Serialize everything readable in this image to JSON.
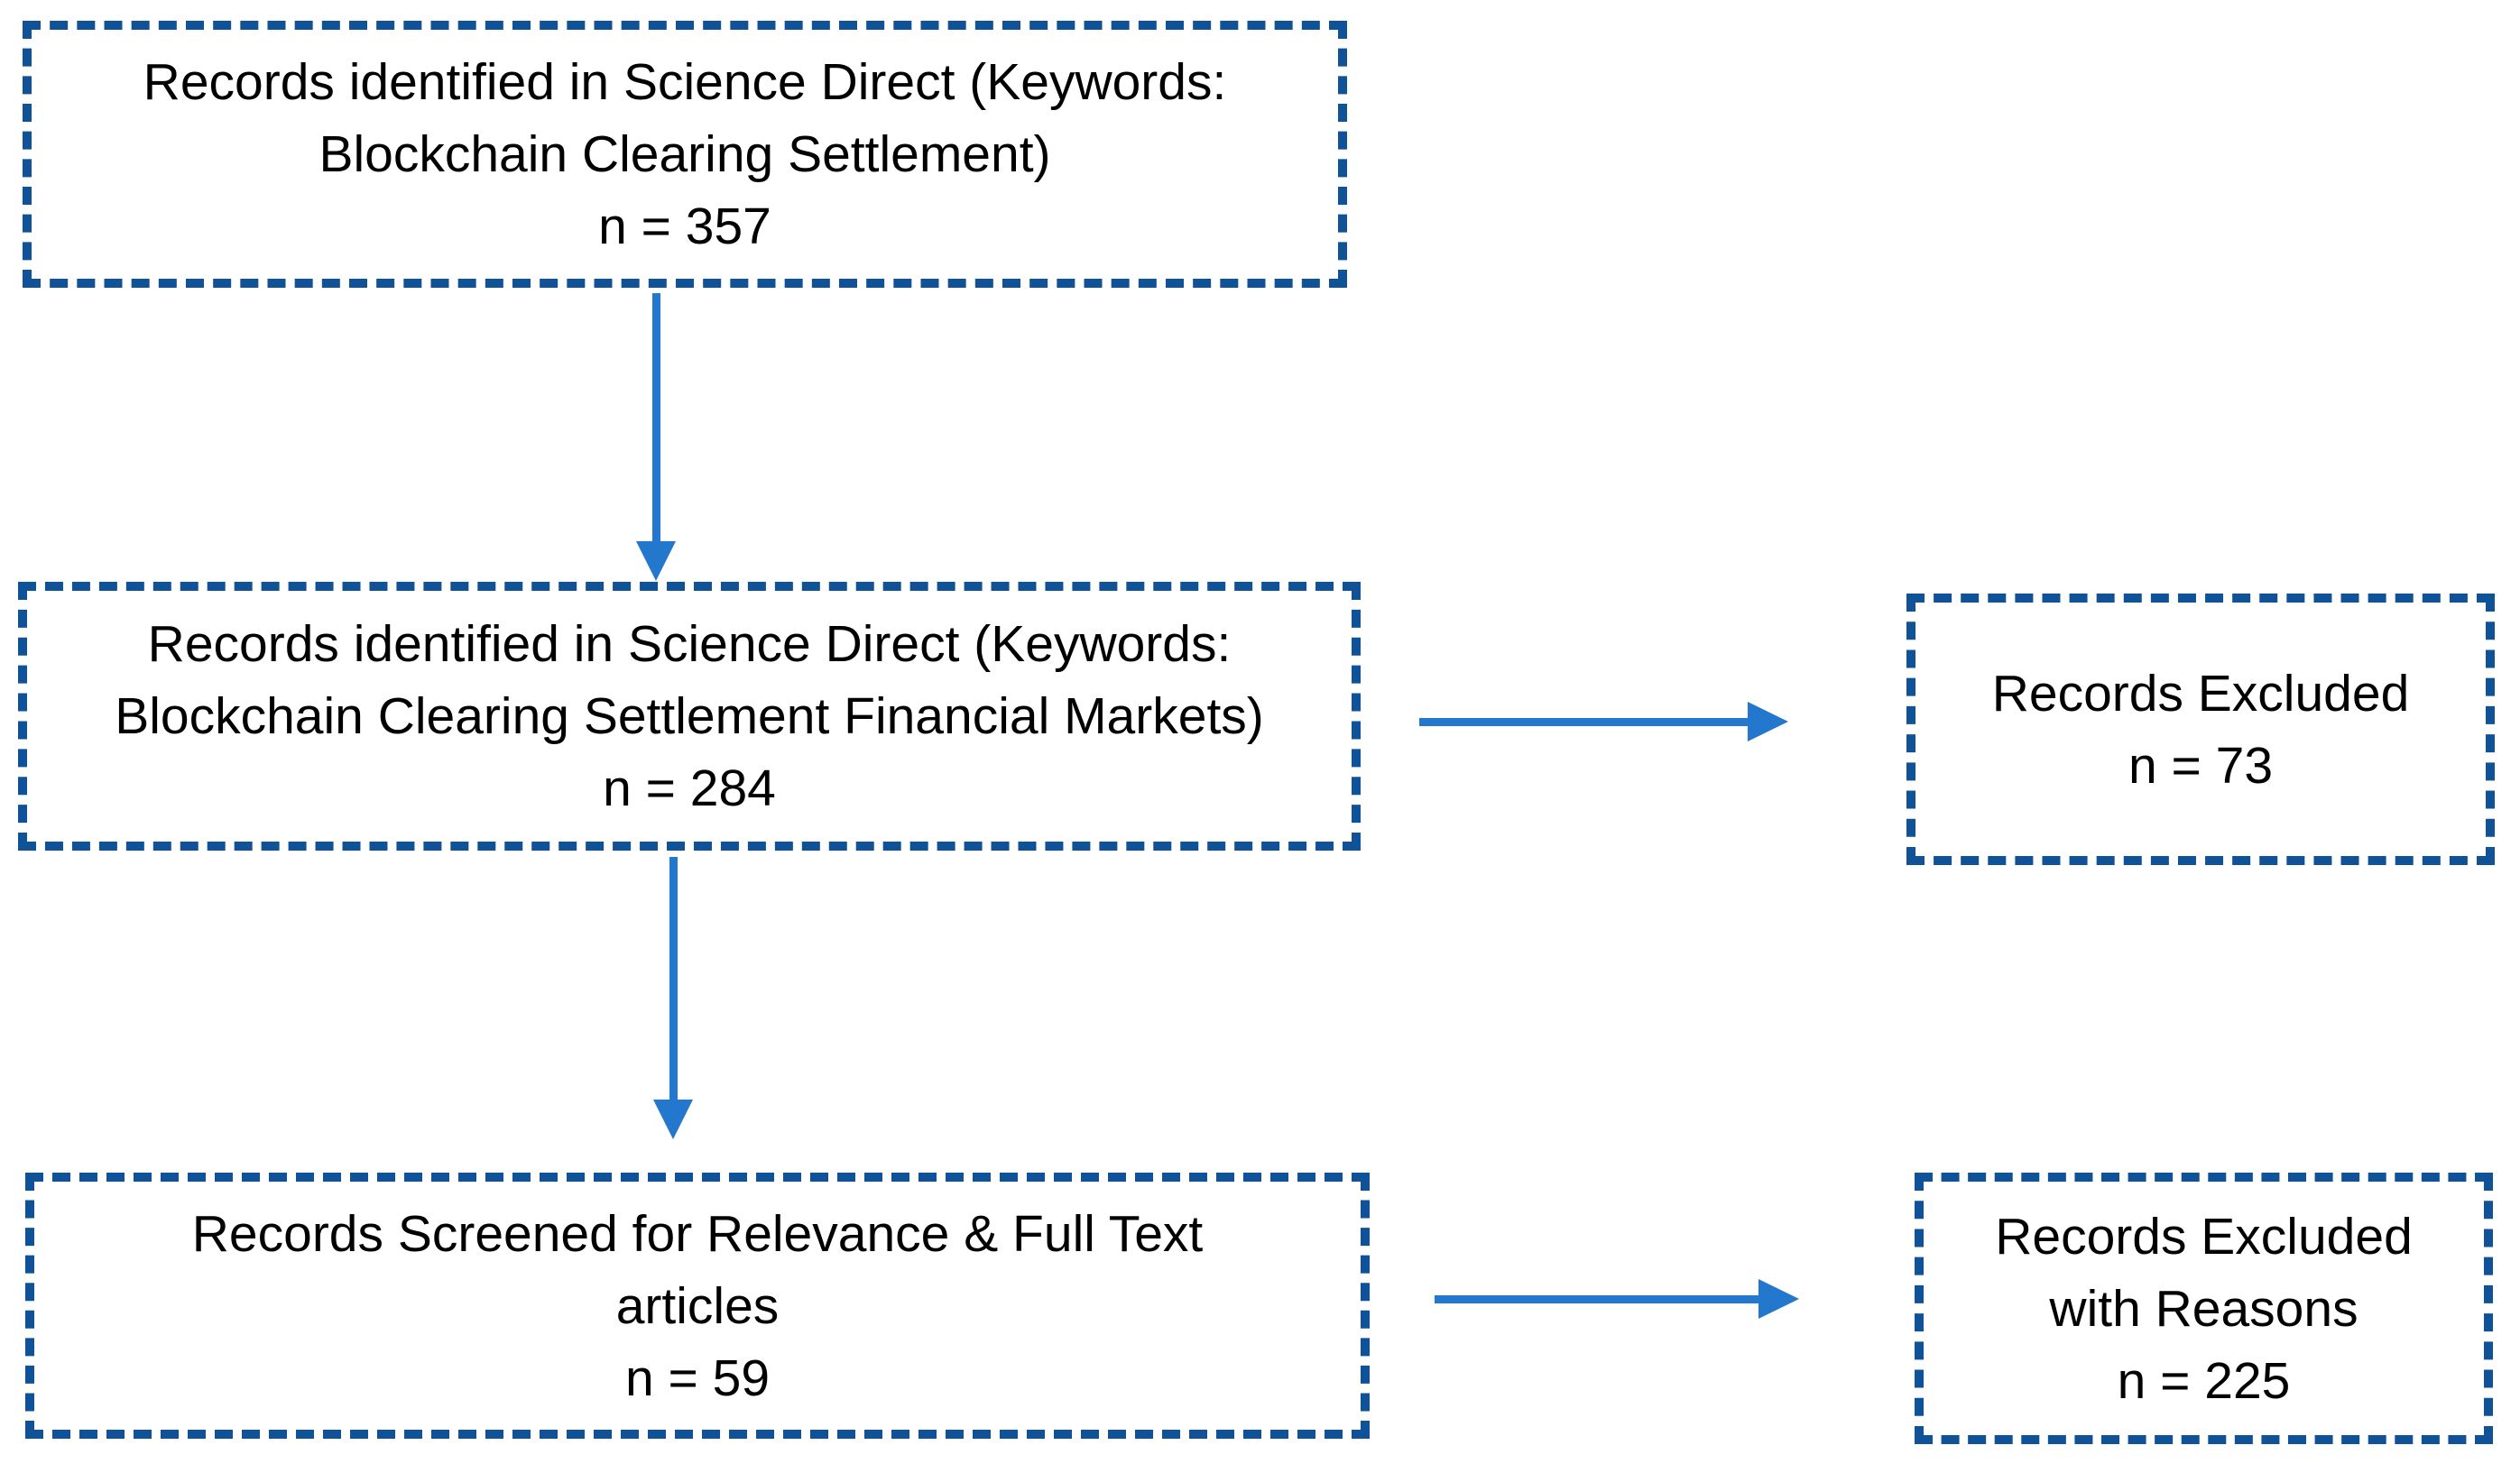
{
  "diagram": {
    "type": "flowchart",
    "background_color": "#ffffff",
    "box_border_color": "#0f5298",
    "box_border_style": "dashed",
    "arrow_color": "#2377cc",
    "text_color": "#000000",
    "boxes": [
      {
        "id": "identified-1",
        "lines": [
          "Records identified in Science Direct (Keywords:",
          "Blockchain Clearing Settlement)",
          "n = 357"
        ],
        "n": 357
      },
      {
        "id": "identified-2",
        "lines": [
          "Records identified in Science Direct (Keywords:",
          "Blockchain Clearing Settlement Financial Markets)",
          "n = 284"
        ],
        "n": 284
      },
      {
        "id": "screened",
        "lines": [
          "Records Screened for Relevance & Full Text",
          "articles",
          "n = 59"
        ],
        "n": 59
      },
      {
        "id": "excluded-1",
        "lines": [
          "Records Excluded",
          "n = 73"
        ],
        "n": 73
      },
      {
        "id": "excluded-2",
        "lines": [
          "Records Excluded",
          "with Reasons",
          "n = 225"
        ],
        "n": 225
      }
    ],
    "connections": [
      {
        "from": "identified-1",
        "to": "identified-2",
        "direction": "down"
      },
      {
        "from": "identified-2",
        "to": "excluded-1",
        "direction": "right"
      },
      {
        "from": "identified-2",
        "to": "screened",
        "direction": "down"
      },
      {
        "from": "screened",
        "to": "excluded-2",
        "direction": "right"
      }
    ]
  }
}
